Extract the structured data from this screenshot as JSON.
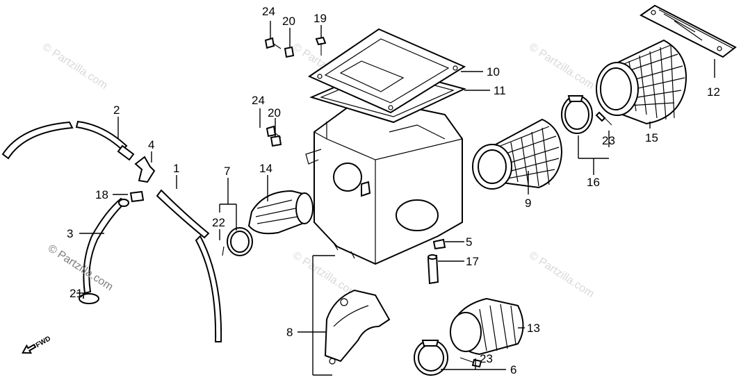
{
  "diagram": {
    "callouts": {
      "c24a": "24",
      "c20a": "20",
      "c19": "19",
      "c10": "10",
      "c11": "11",
      "c12": "12",
      "c2": "2",
      "c24b": "24",
      "c20b": "20",
      "c4": "4",
      "c1": "1",
      "c7": "7",
      "c14": "14",
      "c18": "18",
      "c22": "22",
      "c3": "3",
      "c9": "9",
      "c23a": "23",
      "c16": "16",
      "c15": "15",
      "c5": "5",
      "c17": "17",
      "c21": "21",
      "c8": "8",
      "c13": "13",
      "c23b": "23",
      "c6": "6"
    },
    "direction_marker": "FWD",
    "watermark_text": "© Partzilla.com",
    "watermark_visible_text": "© Partzilla.com"
  }
}
